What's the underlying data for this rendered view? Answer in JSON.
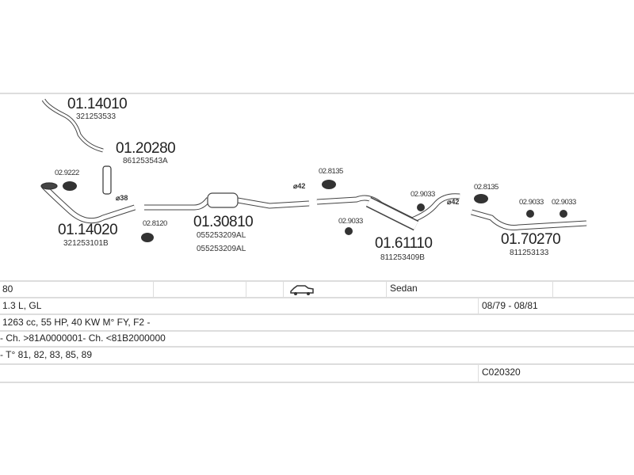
{
  "parts": [
    {
      "number": "01.14010",
      "oe": "321253533"
    },
    {
      "number": "01.20280",
      "oe": "861253543A"
    },
    {
      "number": "01.14020",
      "oe": "321253101B"
    },
    {
      "number": "01.30810",
      "oe": "055253209AL",
      "oe2": "055253209AL"
    },
    {
      "number": "01.61110",
      "oe": "811253409B"
    },
    {
      "number": "01.70270",
      "oe": "811253133"
    }
  ],
  "clamps": [
    "02.9222",
    "02.8120",
    "02.8135",
    "02.9033",
    "02.9033",
    "02.8135",
    "02.9033",
    "02.9033"
  ],
  "diameters": [
    "⌀38",
    "⌀42",
    "⌀42"
  ],
  "table": {
    "model": "80",
    "body": "Sedan",
    "engine": "1.3 L, GL",
    "dates": "08/79 - 08/81",
    "specs": "1263 cc, 55 HP, 40 KW M° FY, F2 -",
    "chassis": "- Ch. >81A0000001- Ch. <81B2000000",
    "types": "- T° 81, 82, 83, 85, 89",
    "code": "C020320"
  }
}
